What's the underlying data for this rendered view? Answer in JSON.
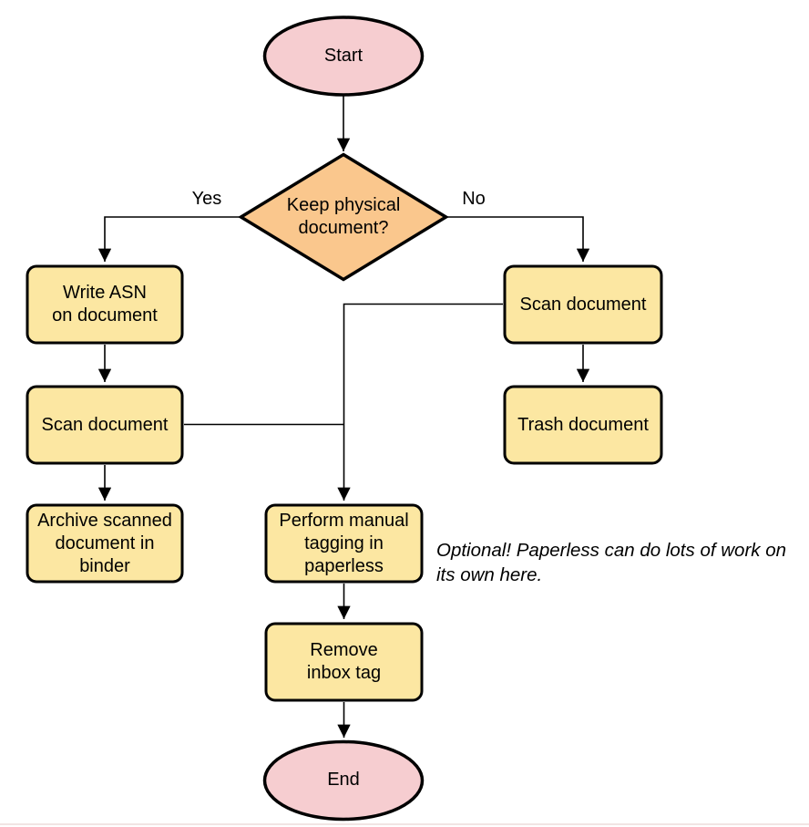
{
  "flowchart": {
    "nodes": {
      "start": {
        "type": "terminator",
        "label": "Start"
      },
      "decision": {
        "type": "decision",
        "label": "Keep physical\ndocument?"
      },
      "write_asn": {
        "type": "process",
        "label": "Write ASN\non document"
      },
      "scan_left": {
        "type": "process",
        "label": "Scan document"
      },
      "archive": {
        "type": "process",
        "label": "Archive scanned\ndocument in\nbinder"
      },
      "scan_right": {
        "type": "process",
        "label": "Scan document"
      },
      "trash": {
        "type": "process",
        "label": "Trash document"
      },
      "tagging": {
        "type": "process",
        "label": "Perform manual\ntagging in\npaperless"
      },
      "remove_inbox": {
        "type": "process",
        "label": "Remove\ninbox tag"
      },
      "end": {
        "type": "terminator",
        "label": "End"
      }
    },
    "edge_labels": {
      "yes": "Yes",
      "no": "No"
    },
    "note": "Optional! Paperless can do lots of work on\nits own here.",
    "colors": {
      "terminator_fill": "#F6CDD0",
      "decision_fill": "#FAC78D",
      "process_fill": "#FCE7A2",
      "stroke": "#000000"
    }
  }
}
